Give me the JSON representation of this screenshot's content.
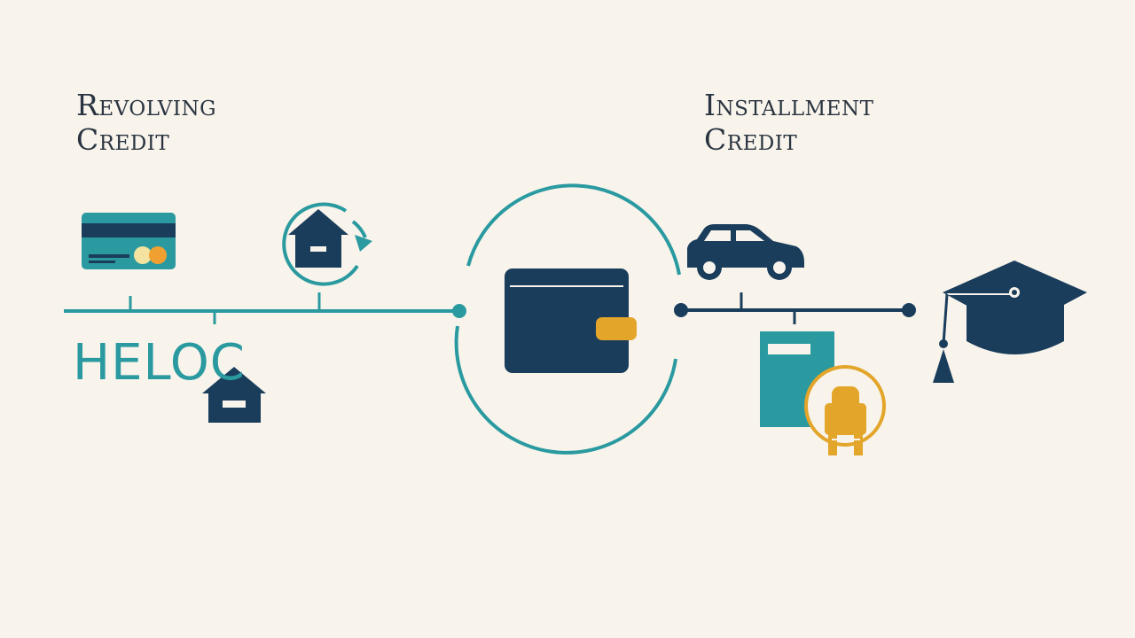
{
  "revolving": {
    "line1": "Revolving",
    "line2": "Credit",
    "heloc_label": "HELOC"
  },
  "installment": {
    "line1": "Installment",
    "line2": "Credit"
  },
  "icons": {
    "revolving": [
      "credit-card-icon",
      "home-refresh-icon",
      "house-icon"
    ],
    "center": "wallet-icon",
    "installment": [
      "car-icon",
      "document-icon",
      "badge-icon",
      "graduation-cap-icon"
    ]
  },
  "colors": {
    "background": "#f8f4ec",
    "navy": "#1a3d5c",
    "teal": "#2a9aa0",
    "gold": "#e3a52a",
    "text": "#2a3440"
  }
}
